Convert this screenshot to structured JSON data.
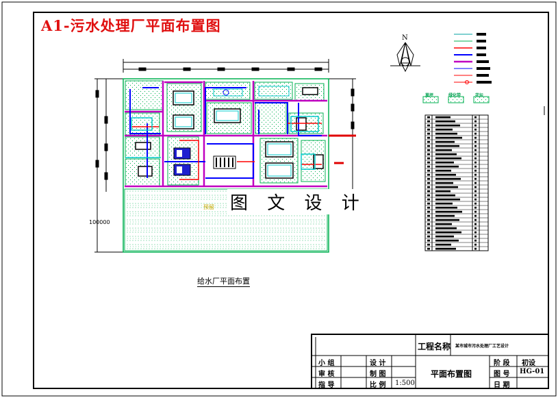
{
  "sheet_title": "A1-污水处理厂平面布置图",
  "watermark": "图 文 设 计",
  "plan_caption": "给水厂平面布置",
  "north_label": "N",
  "dimension_label": "100000",
  "future_label": "预留",
  "legend_labels": [
    "草坪",
    "绿化带",
    "花坛"
  ],
  "title_block": {
    "project_label": "工程名称",
    "project_name": "某市城市污水处理厂工艺设计",
    "labels": {
      "team": "小 组",
      "review": "审 核",
      "guide": "指 导",
      "design": "设 计",
      "draw": "制 图",
      "scale": "比 例",
      "stage": "阶 段",
      "drawing_no": "图 号",
      "date": "日 期"
    },
    "scale_value": "1:500",
    "drawing_title": "平面布置图",
    "stage_value": "初设",
    "drawing_no_value": "HG-01"
  },
  "colors": {
    "border": "#000000",
    "title_red": "#e01010",
    "site_green": "#00b050",
    "road_magenta": "#c000c0",
    "pipe_blue": "#0000ff",
    "pipe_red": "#ff0000",
    "tank_cyan": "#00c8c8"
  }
}
